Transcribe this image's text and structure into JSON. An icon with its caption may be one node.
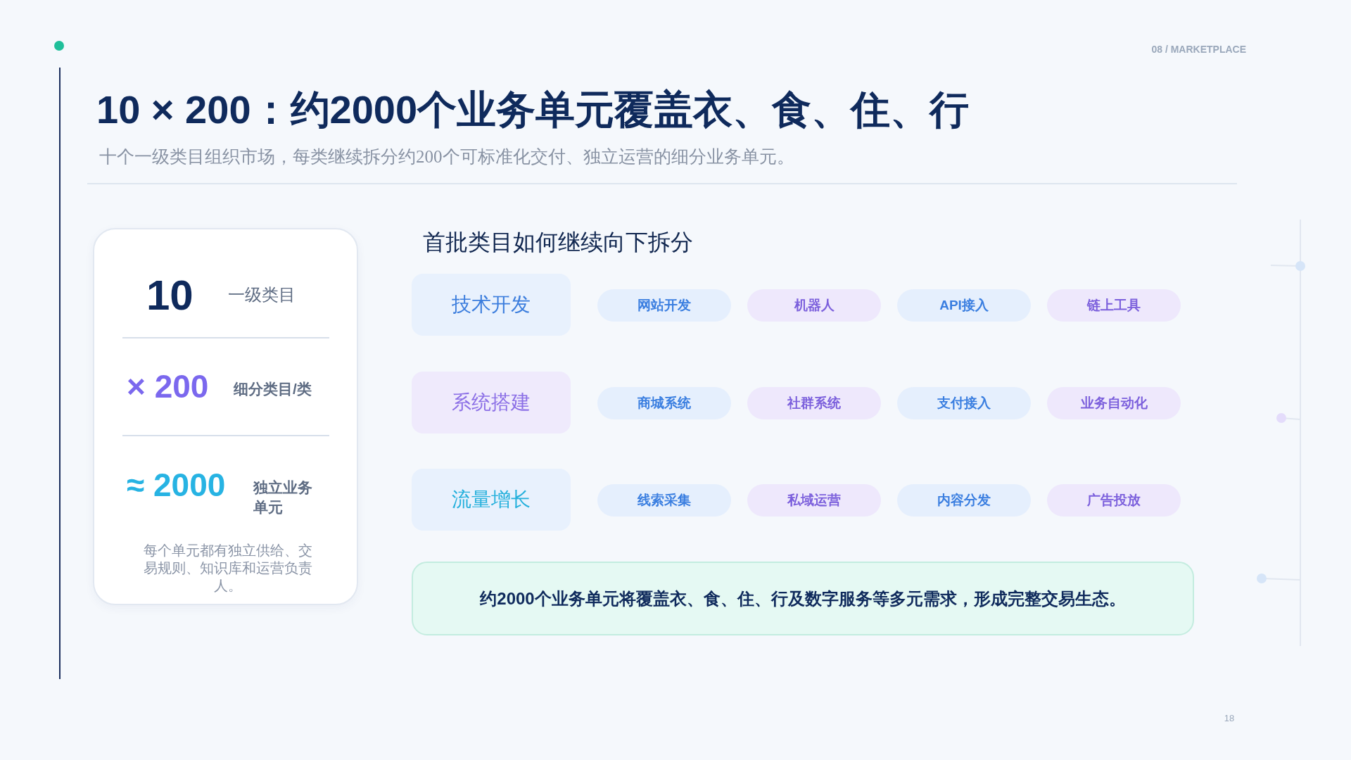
{
  "diagram": {
    "title": "10 × 200：约2000个业务单元覆盖衣、食、住、行",
    "nodes": [
      {
        "text": [
          "10",
          "一级类目",
          "× 200",
          "细分类目/类",
          "≈ 2000",
          "独立业务单元",
          "每个单元都有独立供给、交易规则、知识库和运营负责人。"
        ]
      },
      {
        "text": [
          "技术开发"
        ]
      },
      {
        "text": [
          "网站开发"
        ]
      },
      {
        "text": [
          "机器人"
        ]
      },
      {
        "text": [
          "API接入"
        ]
      },
      {
        "text": [
          "链上工具"
        ]
      },
      {
        "text": [
          "系统搭建"
        ]
      },
      {
        "text": [
          "商城系统"
        ]
      },
      {
        "text": [
          "社群系统"
        ]
      },
      {
        "text": [
          "支付接入"
        ]
      },
      {
        "text": [
          "业务自动化"
        ]
      },
      {
        "text": [
          "流量增长"
        ]
      },
      {
        "text": [
          "线索采集"
        ]
      },
      {
        "text": [
          "私域运营"
        ]
      },
      {
        "text": [
          "内容分发"
        ]
      },
      {
        "text": [
          "广告投放"
        ]
      },
      {
        "text": [
          "约2000个业务单元将覆盖衣、食、住、行及数字服务等多元需求，形成完整交易生态。"
        ]
      }
    ],
    "labels": [
      "08 / MARKETPLACE",
      "十个一级类目组织市场，每类继续拆分约200个可标准化交付、独立运营的细分业务单元。",
      "首批类目如何继续向下拆分",
      "18"
    ]
  }
}
